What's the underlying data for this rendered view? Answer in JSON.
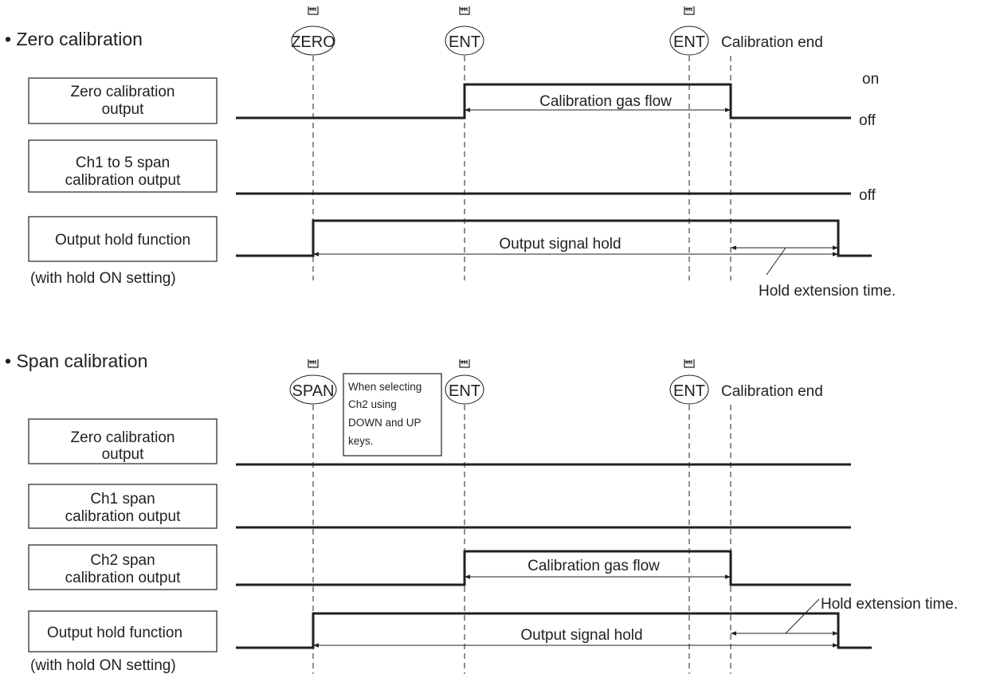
{
  "zero": {
    "title": "• Zero calibration",
    "keys": [
      "ZERO",
      "ENT",
      "ENT"
    ],
    "calibration_end": "Calibration end",
    "rows": {
      "zero_output": [
        "Zero calibration",
        "output"
      ],
      "span_output": [
        "Ch1 to 5 span",
        "calibration output"
      ],
      "hold": [
        "Output hold function"
      ]
    },
    "hold_sub": "(with hold ON setting)",
    "state_on": "on",
    "state_off_1": "off",
    "state_off_2": "off",
    "gas_flow": "Calibration gas flow",
    "signal_hold": "Output signal hold",
    "hold_extension": "Hold extension time."
  },
  "span": {
    "title": "• Span calibration",
    "keys": [
      "SPAN",
      "ENT",
      "ENT"
    ],
    "calibration_end": "Calibration end",
    "note": [
      "When selecting",
      "Ch2 using",
      "DOWN and UP",
      "keys."
    ],
    "rows": {
      "zero_output": [
        "Zero calibration",
        "output"
      ],
      "ch1_output": [
        "Ch1 span",
        "calibration output"
      ],
      "ch2_output": [
        "Ch2 span",
        "calibration output"
      ],
      "hold": [
        "Output hold function"
      ]
    },
    "hold_sub": "(with hold ON setting)",
    "gas_flow": "Calibration gas flow",
    "signal_hold": "Output signal hold",
    "hold_extension": "Hold extension time."
  }
}
